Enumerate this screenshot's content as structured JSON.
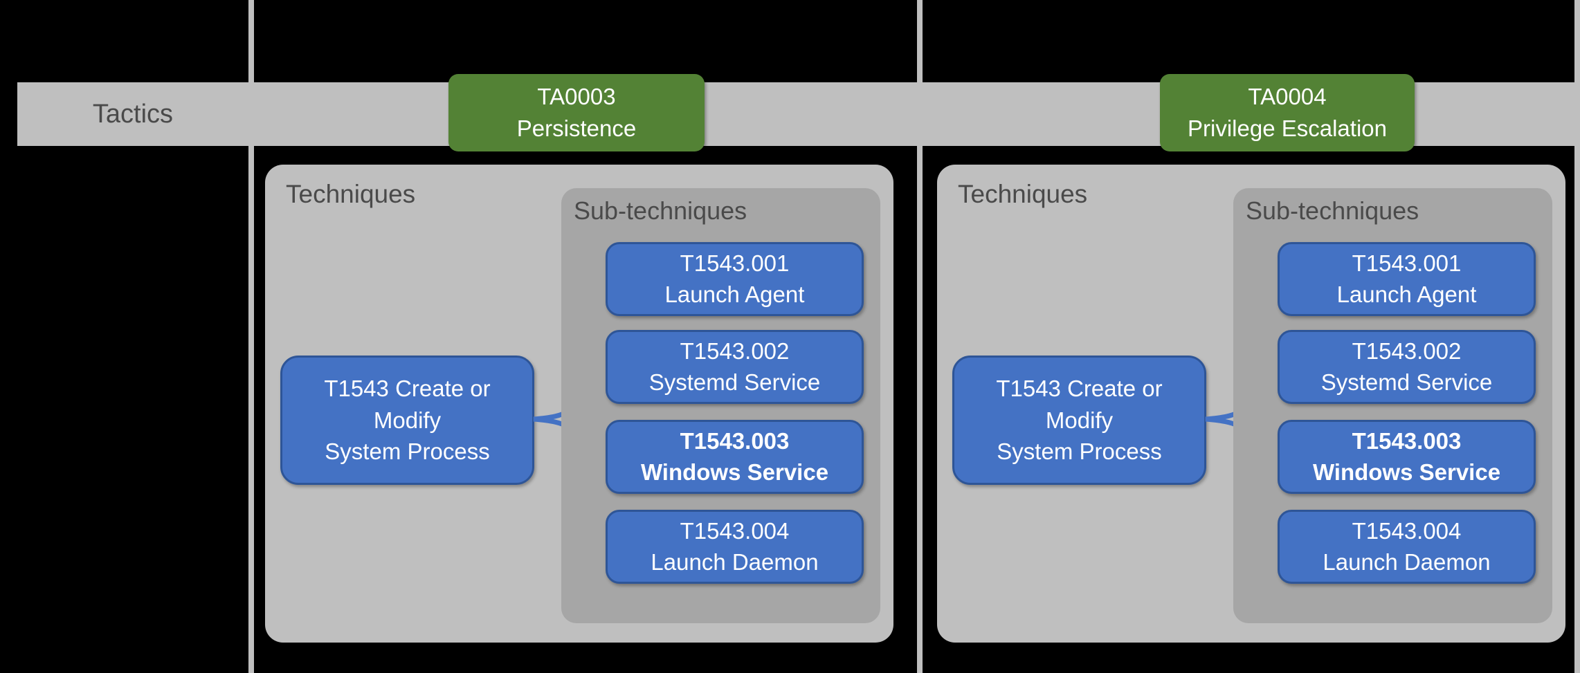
{
  "colors": {
    "background": "#000000",
    "bar-gray": "#BFBFBF",
    "panel-gray": "#BFBFBF",
    "subpanel-gray": "#A6A6A6",
    "divider-gray": "#BFBFBF",
    "tactic-green": "#538235",
    "technique-blue": "#4472C4",
    "technique-border": "#2E5597",
    "label-dark": "#4A4A4A",
    "text-white": "#FFFFFF"
  },
  "tactics_row": {
    "label": "Tactics"
  },
  "panels": [
    {
      "tactic": {
        "id": "TA0003",
        "name": "Persistence"
      },
      "techniques_label": "Techniques",
      "subtechniques_label": "Sub-techniques",
      "technique": {
        "label": "T1543 Create or\nModify\nSystem Process"
      },
      "subtechniques": [
        {
          "label": "T1543.001\nLaunch Agent",
          "bold": false
        },
        {
          "label": "T1543.002\nSystemd Service",
          "bold": false
        },
        {
          "label": "T1543.003\nWindows Service",
          "bold": true
        },
        {
          "label": "T1543.004\nLaunch Daemon",
          "bold": false
        }
      ]
    },
    {
      "tactic": {
        "id": "TA0004",
        "name": "Privilege Escalation"
      },
      "techniques_label": "Techniques",
      "subtechniques_label": "Sub-techniques",
      "technique": {
        "label": "T1543 Create or\nModify\nSystem Process"
      },
      "subtechniques": [
        {
          "label": "T1543.001\nLaunch Agent",
          "bold": false
        },
        {
          "label": "T1543.002\nSystemd Service",
          "bold": false
        },
        {
          "label": "T1543.003\nWindows Service",
          "bold": true
        },
        {
          "label": "T1543.004\nLaunch Daemon",
          "bold": false
        }
      ]
    }
  ]
}
